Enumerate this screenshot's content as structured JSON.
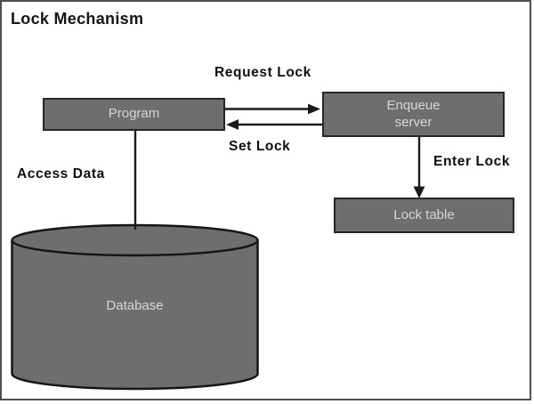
{
  "diagram": {
    "title": "Lock Mechanism",
    "nodes": {
      "program": {
        "label": "Program"
      },
      "enqueue_server": {
        "label": "Enqueue\nserver"
      },
      "lock_table": {
        "label": "Lock table"
      },
      "database": {
        "label": "Database"
      }
    },
    "edges": [
      {
        "label": "Request Lock",
        "from": "program",
        "to": "enqueue_server",
        "direction": "right"
      },
      {
        "label": "Set Lock",
        "from": "enqueue_server",
        "to": "program",
        "direction": "left"
      },
      {
        "label": "Enter Lock",
        "from": "enqueue_server",
        "to": "lock_table",
        "direction": "down"
      },
      {
        "label": "Access Data",
        "from": "program",
        "to": "database",
        "direction": "down"
      }
    ],
    "colors": {
      "node_fill": "#6e6e6e",
      "node_border": "#262626",
      "node_text": "#d6d6d6",
      "label_text": "#0f0f0f",
      "connector": "#1a1a1a",
      "frame_border": "#4f4f4f",
      "background": "#ffffff"
    }
  }
}
